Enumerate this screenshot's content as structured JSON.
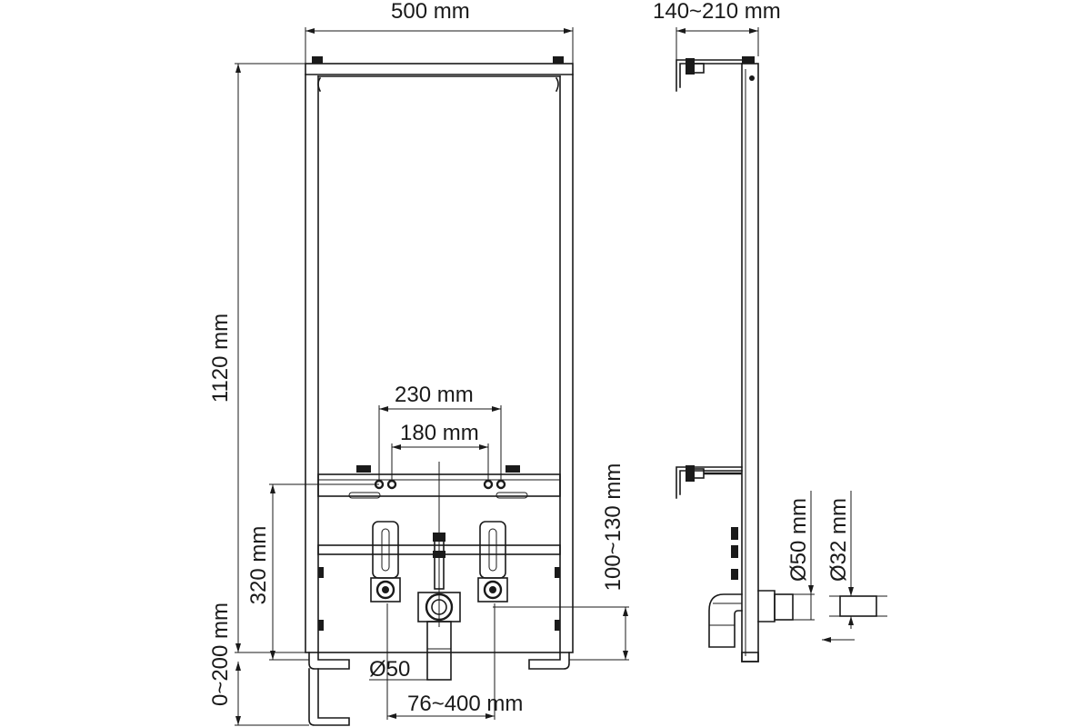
{
  "dimensions": {
    "frame_width": "500 mm",
    "depth": "140~210 mm",
    "frame_height": "1120 mm",
    "valve_spacing_outer": "230 mm",
    "valve_spacing_inner": "180 mm",
    "valve_height": "320 mm",
    "leg_extension": "0~200 mm",
    "outlet_height": "100~130 mm",
    "drain_diameter_front": "Ø50",
    "outlet_offset": "76~400 mm",
    "drain_diameter_side": "Ø50 mm",
    "pipe_diameter_side": "Ø32 mm"
  }
}
